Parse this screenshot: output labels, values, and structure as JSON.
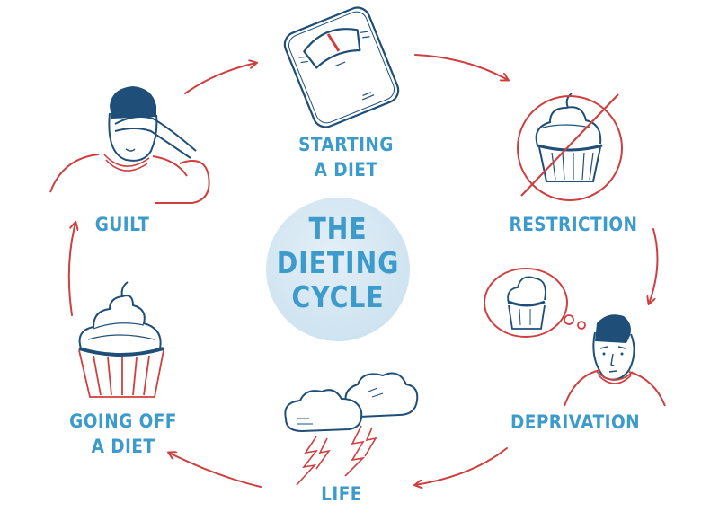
{
  "title": {
    "line1": "THE",
    "line2": "DIETING",
    "line3": "CYCLE"
  },
  "stages": [
    {
      "id": "starting",
      "line1": "STARTING",
      "line2": "A DIET",
      "icon": "bathroom-scale-icon"
    },
    {
      "id": "restriction",
      "line1": "RESTRICTION",
      "icon": "no-cupcake-icon"
    },
    {
      "id": "deprivation",
      "line1": "DEPRIVATION",
      "icon": "person-thinking-of-cupcake-icon"
    },
    {
      "id": "life",
      "line1": "LIFE",
      "icon": "storm-clouds-icon"
    },
    {
      "id": "going-off",
      "line1": "GOING OFF",
      "line2": "A DIET",
      "icon": "cupcake-icon"
    },
    {
      "id": "guilt",
      "line1": "GUILT",
      "icon": "person-facepalm-icon"
    }
  ],
  "colors": {
    "label_blue": "#3d9bcc",
    "ink_navy": "#1f4f78",
    "accent_red": "#cf3f3f",
    "disc_blue": "#d3e6f2"
  }
}
